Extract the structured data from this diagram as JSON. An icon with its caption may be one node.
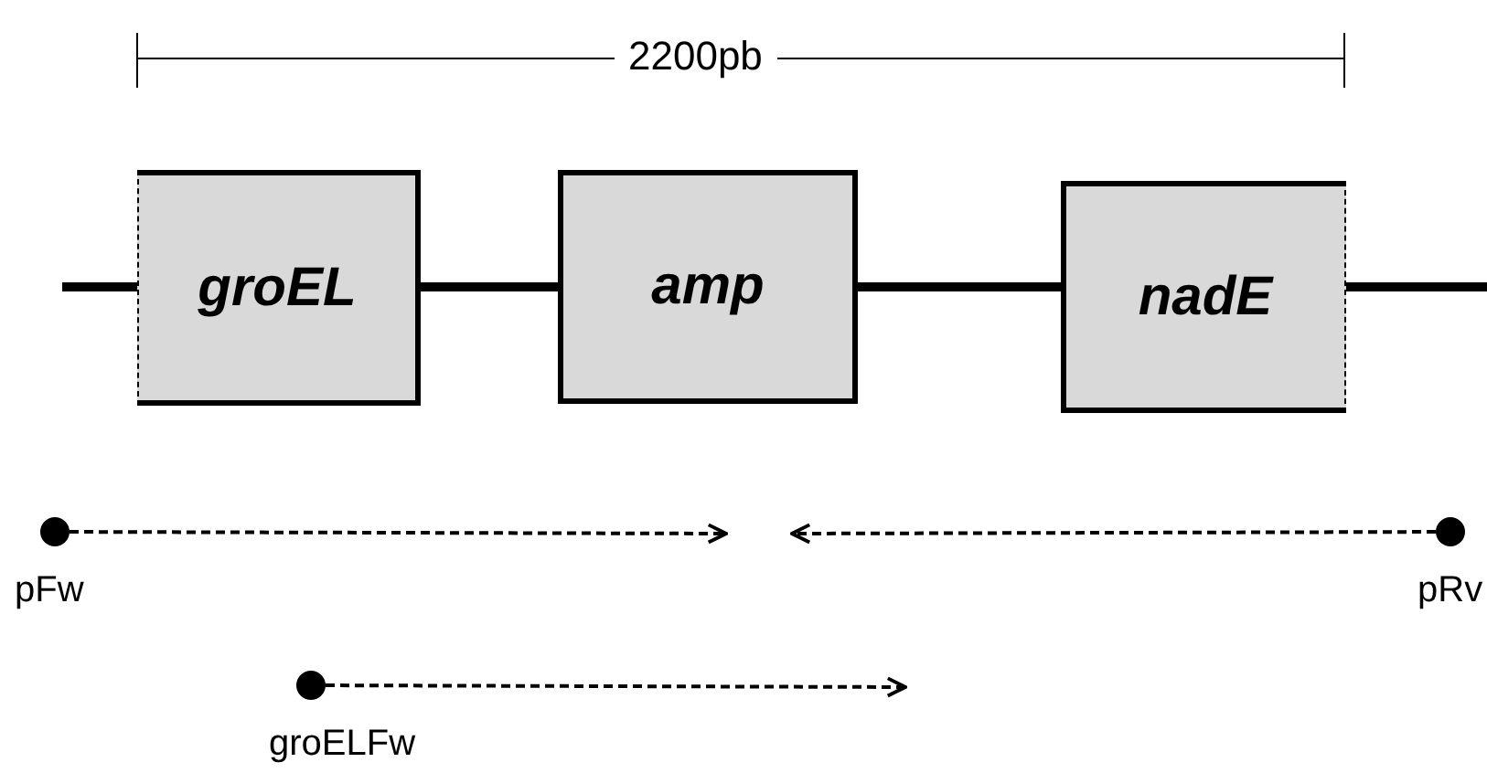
{
  "diagram": {
    "nodes": [
      {
        "text": [
          "groEL"
        ]
      },
      {
        "text": [
          "amp"
        ]
      },
      {
        "text": [
          "nadE"
        ]
      },
      {
        "text": [
          "pFw"
        ]
      },
      {
        "text": [
          "pRv"
        ]
      },
      {
        "text": [
          "groELFw"
        ]
      }
    ],
    "edges": [
      {
        "from": null,
        "to": 0,
        "arrow": "none"
      },
      {
        "from": 0,
        "to": 1,
        "arrow": "none"
      },
      {
        "from": 1,
        "to": 2,
        "arrow": "none"
      },
      {
        "from": 2,
        "to": null,
        "arrow": "none"
      },
      {
        "from": 3,
        "to": null,
        "arrow": "to",
        "style": "dashed"
      },
      {
        "from": 4,
        "to": null,
        "arrow": "to",
        "style": "dashed"
      },
      {
        "from": 5,
        "to": null,
        "arrow": "to",
        "style": "dashed"
      }
    ],
    "labels": [
      "2200pb"
    ]
  }
}
